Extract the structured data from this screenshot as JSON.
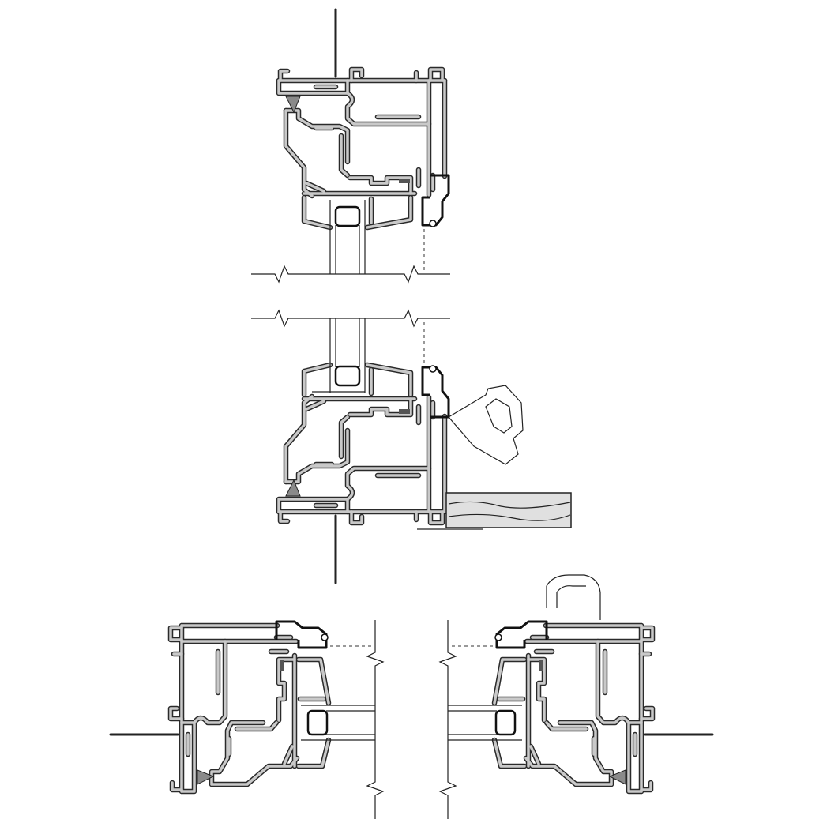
{
  "drawing": {
    "colors": {
      "profile_fill": "#c9c9c9",
      "profile_outline": "#2a2a2a",
      "gasket": "#8a8a8a",
      "sill_board": "#e0e0e0",
      "background": "#ffffff"
    },
    "views": [
      "head-section",
      "sill-section",
      "left-jamb-section",
      "right-jamb-section"
    ]
  }
}
